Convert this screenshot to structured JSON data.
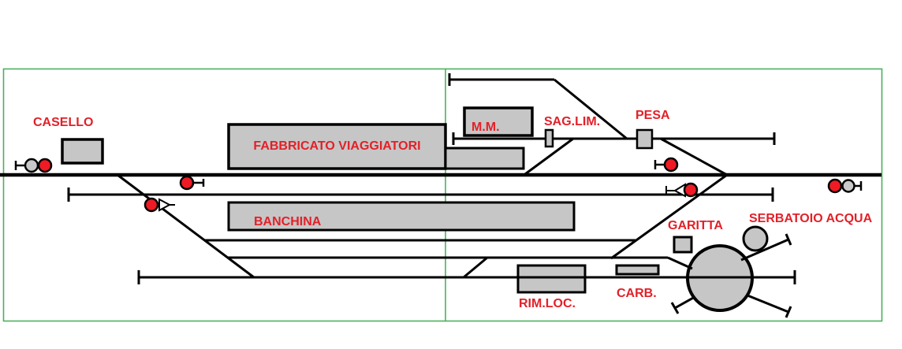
{
  "diagram": {
    "kind": "railway-station-track-plan",
    "labels": {
      "casello": "CASELLO",
      "fabbricato_viaggiatori": "FABBRICATO VIAGGIATORI",
      "banchina": "BANCHINA",
      "mm": "M.M.",
      "sag_lim": "SAG.LIM.",
      "pesa": "PESA",
      "garitta": "GARITTA",
      "serbatoio_acqua": "SERBATOIO ACQUA",
      "rim_loc": "RIM.LOC.",
      "carb": "CARB."
    },
    "signals": [
      {
        "name": "left-entry-signal",
        "aspects": [
          "gray",
          "red"
        ]
      },
      {
        "name": "platform-signal-left",
        "aspects": [
          "red"
        ]
      },
      {
        "name": "dwarf-shunt-signal-left",
        "aspects": [
          "red",
          "white-triangle"
        ]
      },
      {
        "name": "yard-signal-right",
        "aspects": [
          "red"
        ]
      },
      {
        "name": "dwarf-shunt-signal-right",
        "aspects": [
          "white-triangle",
          "red"
        ]
      },
      {
        "name": "right-entry-signal",
        "aspects": [
          "red",
          "gray"
        ]
      }
    ],
    "colors": {
      "frame_green": "#4cb05e",
      "label_red": "#e32028",
      "building_gray": "#c6c6c6",
      "signal_red": "#ee1b24",
      "signal_gray": "#c9c9c9",
      "track_black": "#000000",
      "background": "#ffffff"
    }
  }
}
